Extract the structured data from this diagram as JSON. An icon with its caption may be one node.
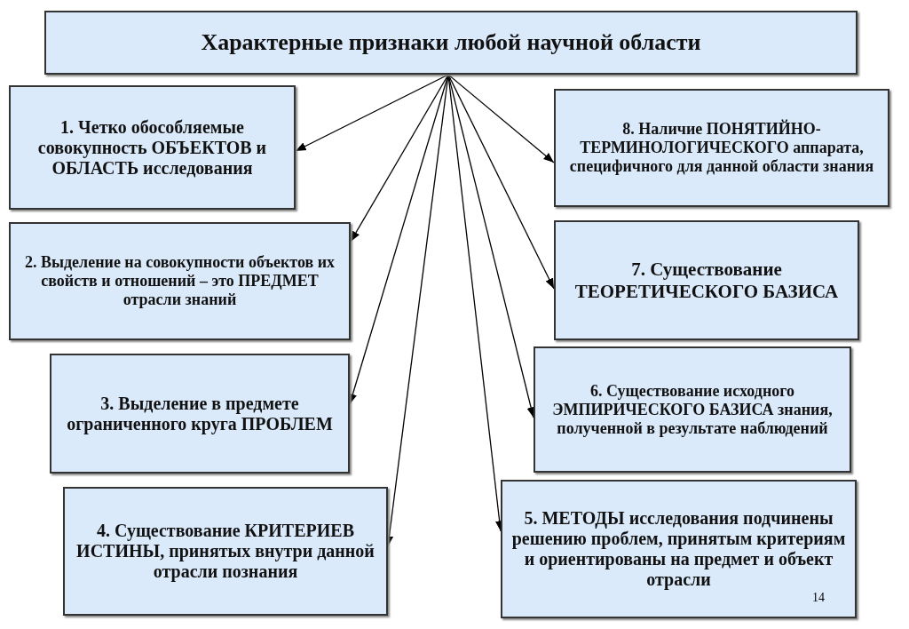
{
  "diagram": {
    "nodes": [
      {
        "text": [
          "Характерные признаки любой научной области"
        ]
      },
      {
        "text": [
          "1. Четко обособляемые совокупность ОБЪЕКТОВ и ОБЛАСТЬ исследования"
        ]
      },
      {
        "text": [
          "2. Выделение на совокупности объектов их свойств и отношений – это ПРЕДМЕТ отрасли знаний"
        ]
      },
      {
        "text": [
          "3. Выделение в предмете ограниченного круга ПРОБЛЕМ"
        ]
      },
      {
        "text": [
          "4. Существование КРИТЕРИЕВ ИСТИНЫ, принятых внутри данной отрасли познания"
        ]
      },
      {
        "text": [
          "5. МЕТОДЫ исследования подчинены решению проблем, принятым критериям и ориентированы на предмет и объект отрасли"
        ]
      },
      {
        "text": [
          "6. Существование исходного ЭМПИРИЧЕСКОГО БАЗИСА знания, полученной в результате наблюдений"
        ]
      },
      {
        "text": [
          "7. Существование ТЕОРЕТИЧЕСКОГО БАЗИСА"
        ]
      },
      {
        "text": [
          "8. Наличие ПОНЯТИЙНО-ТЕРМИНОЛОГИЧЕСКОГО аппарата, специфичного для данной области знания"
        ]
      }
    ],
    "edges": [
      {
        "from": 0,
        "to": 1,
        "arrow": "to"
      },
      {
        "from": 0,
        "to": 2,
        "arrow": "to"
      },
      {
        "from": 0,
        "to": 3,
        "arrow": "to"
      },
      {
        "from": 0,
        "to": 4,
        "arrow": "to"
      },
      {
        "from": 0,
        "to": 5,
        "arrow": "to"
      },
      {
        "from": 0,
        "to": 6,
        "arrow": "to"
      },
      {
        "from": 0,
        "to": 7,
        "arrow": "to"
      },
      {
        "from": 0,
        "to": 8,
        "arrow": "to"
      }
    ],
    "labels": [
      "14"
    ]
  }
}
